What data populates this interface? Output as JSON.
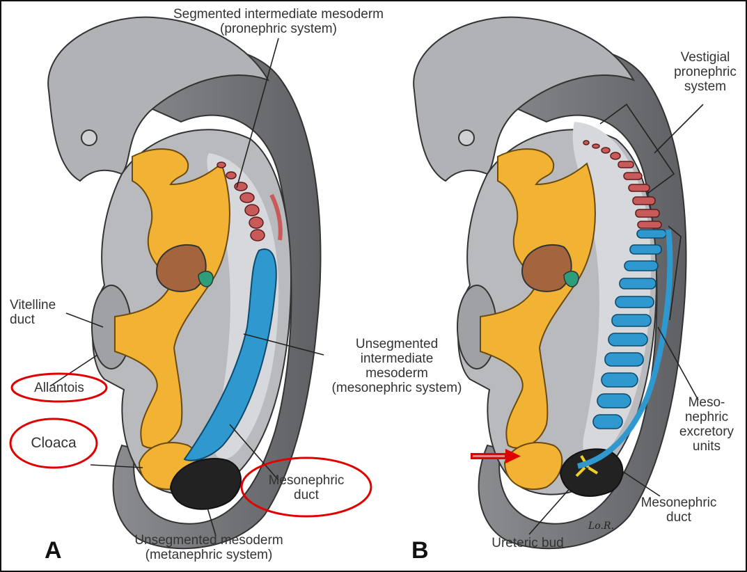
{
  "panel_a": {
    "letter": "A",
    "labels": {
      "segmented_line1": "Segmented intermediate mesoderm",
      "segmented_line2": "(pronephric system)",
      "vitelline_line1": "Vitelline",
      "vitelline_line2": "duct",
      "allantois": "Allantois",
      "cloaca": "Cloaca",
      "unseg_int_line1": "Unsegmented",
      "unseg_int_line2": "intermediate",
      "unseg_int_line3": "mesoderm",
      "unseg_int_line4": "(mesonephric system)",
      "meso_duct_line1": "Mesonephric",
      "meso_duct_line2": "duct",
      "unseg_meso_line1": "Unsegmented mesoderm",
      "unseg_meso_line2": "(metanephric system)"
    }
  },
  "panel_b": {
    "letter": "B",
    "labels": {
      "vestigial_line1": "Vestigial",
      "vestigial_line2": "pronephric",
      "vestigial_line3": "system",
      "excretory_line1": "Meso-",
      "excretory_line2": "nephric",
      "excretory_line3": "excretory",
      "excretory_line4": "units",
      "meso_duct_line1": "Mesonephric",
      "meso_duct_line2": "duct",
      "ureteric_bud": "Ureteric bud"
    },
    "signature": "Lo.R."
  },
  "colors": {
    "embryo_dark": "#6d6e72",
    "embryo_mid": "#a9abaf",
    "embryo_light": "#c9cacd",
    "cavity": "#d9dadd",
    "gut_yellow": "#f2b233",
    "mesonephric_blue": "#2f98cf",
    "pronephric_red": "#c85a5a",
    "liver_brown": "#a4653e",
    "metanephric_black": "#222222",
    "annotation_red": "#e00000"
  }
}
